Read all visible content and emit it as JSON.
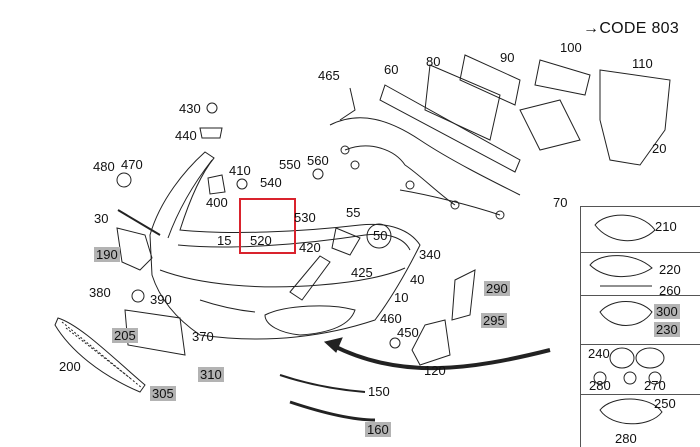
{
  "diagram": {
    "code_label": "CODE 803",
    "code_arrow": "→",
    "colors": {
      "highlight": "#d9232d",
      "shaded_label_bg": "#b3b3b3",
      "line": "#222222"
    },
    "labels": [
      {
        "id": "100",
        "text": "100",
        "shaded": false
      },
      {
        "id": "90",
        "text": "90",
        "shaded": false
      },
      {
        "id": "80",
        "text": "80",
        "shaded": false
      },
      {
        "id": "110",
        "text": "110",
        "shaded": false
      },
      {
        "id": "60",
        "text": "60",
        "shaded": false
      },
      {
        "id": "465",
        "text": "465",
        "shaded": false
      },
      {
        "id": "430",
        "text": "430",
        "shaded": false
      },
      {
        "id": "440",
        "text": "440",
        "shaded": false
      },
      {
        "id": "20",
        "text": "20",
        "shaded": false
      },
      {
        "id": "480",
        "text": "480",
        "shaded": false
      },
      {
        "id": "470",
        "text": "470",
        "shaded": false
      },
      {
        "id": "410",
        "text": "410",
        "shaded": false
      },
      {
        "id": "550",
        "text": "550",
        "shaded": false
      },
      {
        "id": "560",
        "text": "560",
        "shaded": false
      },
      {
        "id": "540",
        "text": "540",
        "shaded": false
      },
      {
        "id": "400",
        "text": "400",
        "shaded": false
      },
      {
        "id": "70",
        "text": "70",
        "shaded": false
      },
      {
        "id": "30",
        "text": "30",
        "shaded": false
      },
      {
        "id": "530",
        "text": "530",
        "shaded": false
      },
      {
        "id": "55",
        "text": "55",
        "shaded": false
      },
      {
        "id": "210",
        "text": "210",
        "shaded": false
      },
      {
        "id": "15",
        "text": "15",
        "shaded": false
      },
      {
        "id": "520",
        "text": "520",
        "shaded": false
      },
      {
        "id": "50",
        "text": "50",
        "shaded": false
      },
      {
        "id": "420",
        "text": "420",
        "shaded": false
      },
      {
        "id": "340",
        "text": "340",
        "shaded": false
      },
      {
        "id": "190",
        "text": "190",
        "shaded": true
      },
      {
        "id": "220",
        "text": "220",
        "shaded": false
      },
      {
        "id": "425",
        "text": "425",
        "shaded": false
      },
      {
        "id": "40",
        "text": "40",
        "shaded": false
      },
      {
        "id": "260",
        "text": "260",
        "shaded": false
      },
      {
        "id": "290",
        "text": "290",
        "shaded": true
      },
      {
        "id": "380",
        "text": "380",
        "shaded": false
      },
      {
        "id": "390",
        "text": "390",
        "shaded": false
      },
      {
        "id": "10",
        "text": "10",
        "shaded": false
      },
      {
        "id": "300",
        "text": "300",
        "shaded": true
      },
      {
        "id": "295",
        "text": "295",
        "shaded": true
      },
      {
        "id": "230",
        "text": "230",
        "shaded": true
      },
      {
        "id": "460",
        "text": "460",
        "shaded": false
      },
      {
        "id": "205",
        "text": "205",
        "shaded": true
      },
      {
        "id": "370",
        "text": "370",
        "shaded": false
      },
      {
        "id": "450",
        "text": "450",
        "shaded": false
      },
      {
        "id": "240",
        "text": "240",
        "shaded": false
      },
      {
        "id": "200",
        "text": "200",
        "shaded": false
      },
      {
        "id": "310",
        "text": "310",
        "shaded": true
      },
      {
        "id": "120",
        "text": "120",
        "shaded": false
      },
      {
        "id": "280a",
        "text": "280",
        "shaded": false
      },
      {
        "id": "270",
        "text": "270",
        "shaded": false
      },
      {
        "id": "305",
        "text": "305",
        "shaded": true
      },
      {
        "id": "150",
        "text": "150",
        "shaded": false
      },
      {
        "id": "250",
        "text": "250",
        "shaded": false
      },
      {
        "id": "160",
        "text": "160",
        "shaded": true
      },
      {
        "id": "280b",
        "text": "280",
        "shaded": false
      }
    ]
  }
}
